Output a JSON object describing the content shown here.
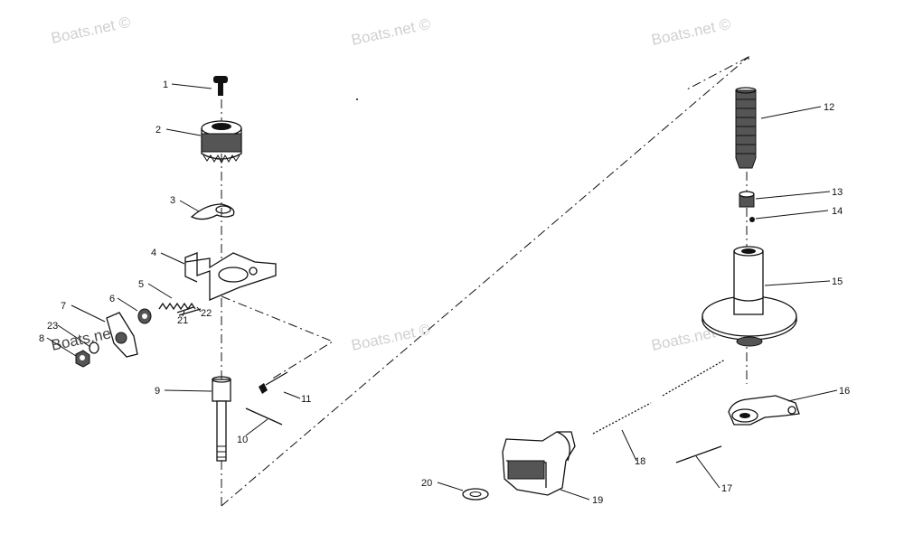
{
  "watermarks": [
    "Boats.net ©",
    "Boats.net ©",
    "Boats.net ©",
    "Boats.net ©",
    "Boats.net ©",
    "Boats.net"
  ],
  "part_numbers": {
    "p1": "1",
    "p2": "2",
    "p3": "3",
    "p4": "4",
    "p5": "5",
    "p6": "6",
    "p7": "7",
    "p8": "8",
    "p9": "9",
    "p10": "10",
    "p11": "11",
    "p12": "12",
    "p13": "13",
    "p14": "14",
    "p15": "15",
    "p16": "16",
    "p17": "17",
    "p18": "18",
    "p19": "19",
    "p20": "20",
    "p21": "21",
    "p22": "22",
    "p23": "23"
  }
}
